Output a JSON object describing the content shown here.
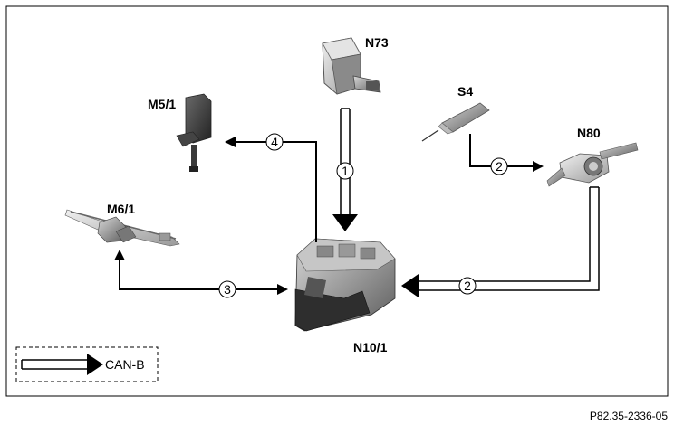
{
  "components": {
    "n73": "N73",
    "s4": "S4",
    "n80": "N80",
    "m5_1": "M5/1",
    "m6_1": "M6/1",
    "n10_1": "N10/1"
  },
  "connections": {
    "n73_to_n10_1": "1",
    "s4_to_n80": "2",
    "n80_to_n10_1": "2",
    "n10_1_to_m6_1": "3",
    "n10_1_to_m5_1": "4"
  },
  "legend": {
    "can_b": "CAN-B"
  },
  "figure_ref": "P82.35-2336-05"
}
